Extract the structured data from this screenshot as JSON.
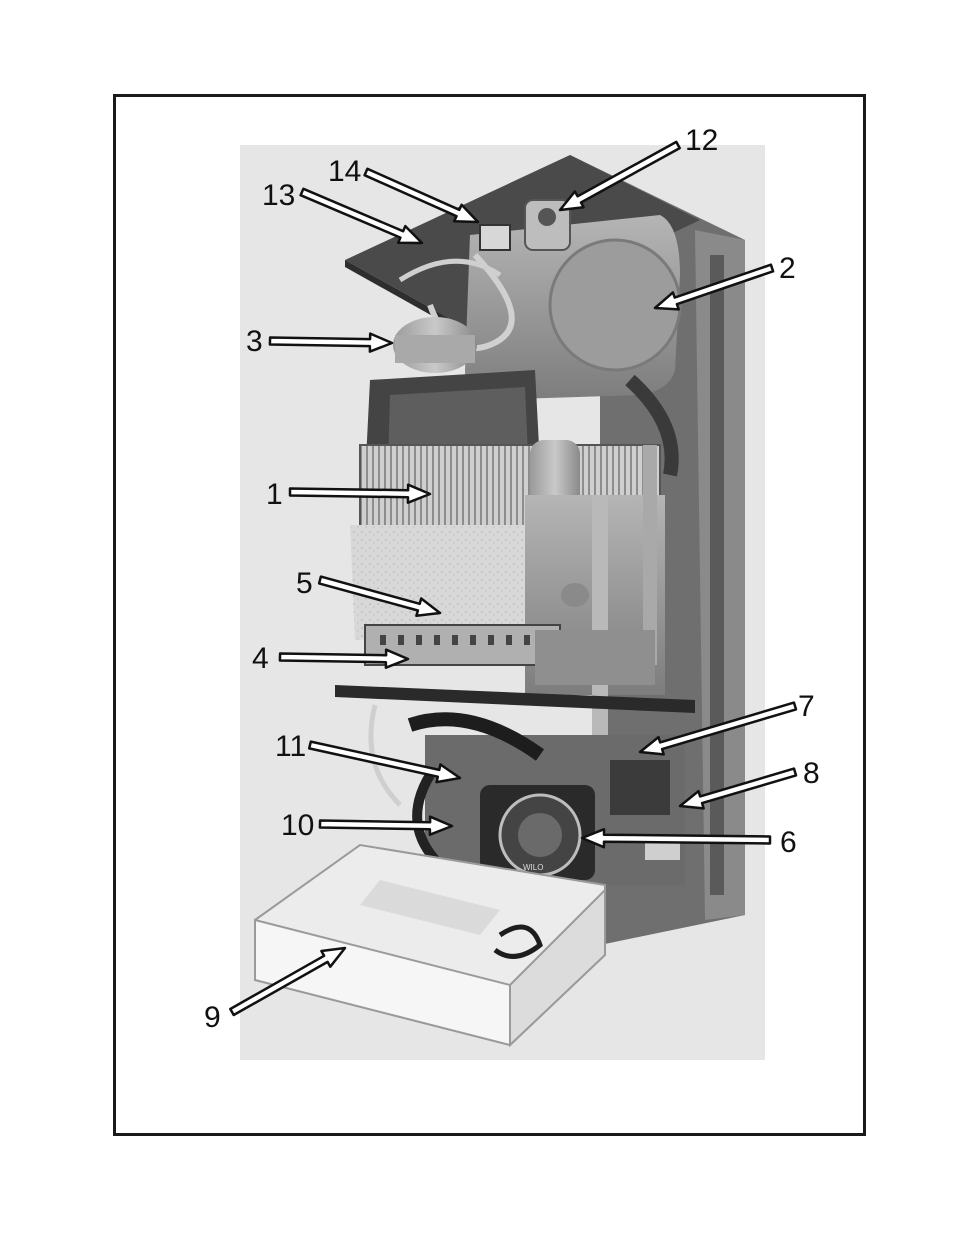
{
  "figure": {
    "frame_color": "#1a1a1a",
    "callouts": [
      {
        "id": "1",
        "label": "1"
      },
      {
        "id": "2",
        "label": "2"
      },
      {
        "id": "3",
        "label": "3"
      },
      {
        "id": "4",
        "label": "4"
      },
      {
        "id": "5",
        "label": "5"
      },
      {
        "id": "6",
        "label": "6"
      },
      {
        "id": "7",
        "label": "7"
      },
      {
        "id": "8",
        "label": "8"
      },
      {
        "id": "9",
        "label": "9"
      },
      {
        "id": "10",
        "label": "10"
      },
      {
        "id": "11",
        "label": "11"
      },
      {
        "id": "12",
        "label": "12"
      },
      {
        "id": "13",
        "label": "13"
      },
      {
        "id": "14",
        "label": "14"
      }
    ],
    "photo_brand_text": "WILO"
  }
}
